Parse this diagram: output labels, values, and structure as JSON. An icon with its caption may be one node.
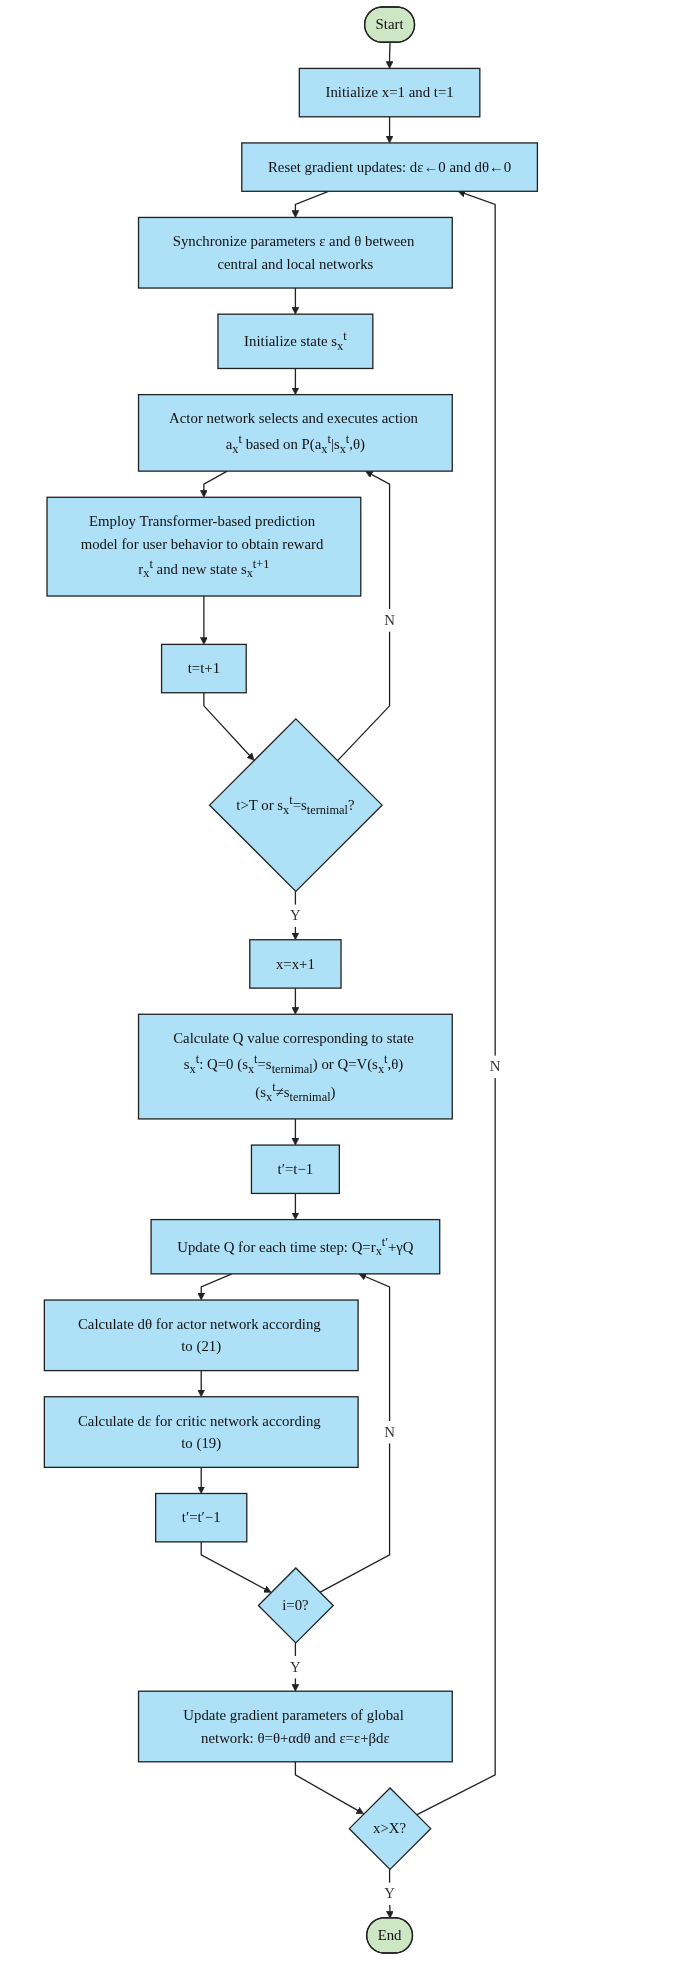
{
  "diagram": {
    "nodes": [
      {
        "text": [
          "Start"
        ]
      },
      {
        "text": [
          "Initialize x=1 and t=1"
        ]
      },
      {
        "text": [
          "Reset gradient updates: dε←0 and dθ←0"
        ]
      },
      {
        "text": [
          "Synchronize parameters ε and θ between central and local networks"
        ]
      },
      {
        "text": [
          "Initialize state s$_{x}$$^{t}$"
        ]
      },
      {
        "text": [
          "Actor network selects and executes action a$_{x}$$^{t}$ based on P(a$_{x}$$^{t}$|s$_{x}$$^{t}$,θ)"
        ]
      },
      {
        "text": [
          "Employ Transformer-based prediction model for user behavior to obtain reward r$_{x}$$^{t}$ and new state s$_{x}$$^{t+1}$"
        ]
      },
      {
        "text": [
          "t=t+1"
        ]
      },
      {
        "text": [
          "t>T or s$_{x}$$^{t}$=s$_{ternimal}$?"
        ]
      },
      {
        "text": [
          "x=x+1"
        ]
      },
      {
        "text": [
          "Calculate Q value corresponding to state s$_{x}$$^{t}$: Q=0 (s$_{x}$$^{t}$=s$_{ternimal}$) or Q=V(s$_{x}$$^{t}$,θ) (s$_{x}$$^{t}$≠s$_{ternimal}$)"
        ]
      },
      {
        "text": [
          "t′=t−1"
        ]
      },
      {
        "text": [
          "Update Q for each time step: Q=r$_{x}$$^{t′}$+γQ"
        ]
      },
      {
        "text": [
          "Calculate dθ for actor network according to (21)"
        ]
      },
      {
        "text": [
          "Calculate dε for critic network according to (19)"
        ]
      },
      {
        "text": [
          "t′=t′−1"
        ]
      },
      {
        "text": [
          "i=0?"
        ]
      },
      {
        "text": [
          "Update gradient parameters of global network: θ=θ+αdθ and ε=ε+βdε"
        ]
      },
      {
        "text": [
          "x>X?"
        ]
      },
      {
        "text": [
          "End"
        ]
      }
    ],
    "edges": [
      {
        "from": 0,
        "to": 1,
        "arrow": "to"
      },
      {
        "from": 1,
        "to": 2,
        "arrow": "to"
      },
      {
        "from": 2,
        "to": 3,
        "arrow": "to"
      },
      {
        "from": 3,
        "to": 4,
        "arrow": "to"
      },
      {
        "from": 4,
        "to": 5,
        "arrow": "to"
      },
      {
        "from": 5,
        "to": 6,
        "arrow": "to"
      },
      {
        "from": 6,
        "to": 7,
        "arrow": "to"
      },
      {
        "from": 7,
        "to": 8,
        "arrow": "to"
      },
      {
        "from": 8,
        "to": 5,
        "label": "N",
        "arrow": "to"
      },
      {
        "from": 8,
        "to": 9,
        "label": "Y",
        "arrow": "to"
      },
      {
        "from": 9,
        "to": 10,
        "arrow": "to"
      },
      {
        "from": 10,
        "to": 11,
        "arrow": "to"
      },
      {
        "from": 11,
        "to": 12,
        "arrow": "to"
      },
      {
        "from": 12,
        "to": 13,
        "arrow": "to"
      },
      {
        "from": 13,
        "to": 14,
        "arrow": "to"
      },
      {
        "from": 14,
        "to": 15,
        "arrow": "to"
      },
      {
        "from": 15,
        "to": 16,
        "arrow": "to"
      },
      {
        "from": 16,
        "to": 12,
        "label": "N",
        "arrow": "to"
      },
      {
        "from": 16,
        "to": 17,
        "label": "Y",
        "arrow": "to"
      },
      {
        "from": 17,
        "to": 18,
        "arrow": "to"
      },
      {
        "from": 18,
        "to": 2,
        "label": "N",
        "arrow": "to"
      },
      {
        "from": 18,
        "to": 19,
        "label": "Y",
        "arrow": "to"
      }
    ]
  }
}
